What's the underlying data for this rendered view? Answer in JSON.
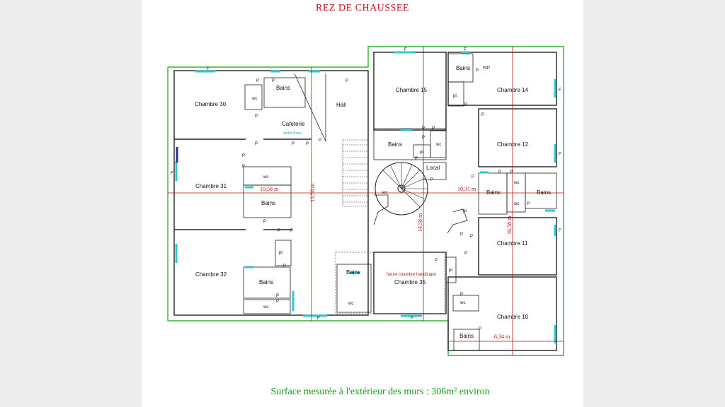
{
  "plan": {
    "title": "REZ  DE CHAUSSEE",
    "surface_note": "Surface mesurée à l'extérieur des murs : 306m² environ",
    "future_room_note": "future chambre handicapé",
    "small_note": "sortie d'eau",
    "rooms": {
      "chambre_30": "Chambre 30",
      "chambre_31": "Chambre 31",
      "chambre_32": "Chambre 32",
      "chambre_15": "Chambre 15",
      "chambre_14": "Chambre 14",
      "chambre_12": "Chambre 12",
      "chambre_11": "Chambre 11",
      "chambre_10": "Chambre 10",
      "chambre_35": "Chambre 35",
      "hall": "Hall",
      "cafeterie": "Cafeterie",
      "local": "Local"
    },
    "labels": {
      "bains": "Bains",
      "wc": "wc",
      "pl": "pl.",
      "p": "P",
      "f": "F"
    },
    "dimensions": {
      "d_10_58": "10,58 m",
      "d_10_31": "10,31 m",
      "d_13_56": "13,56 m",
      "d_14_58": "14,58 m",
      "d_16_58": "16,58 m",
      "d_6_34": "6,34 m"
    }
  }
}
